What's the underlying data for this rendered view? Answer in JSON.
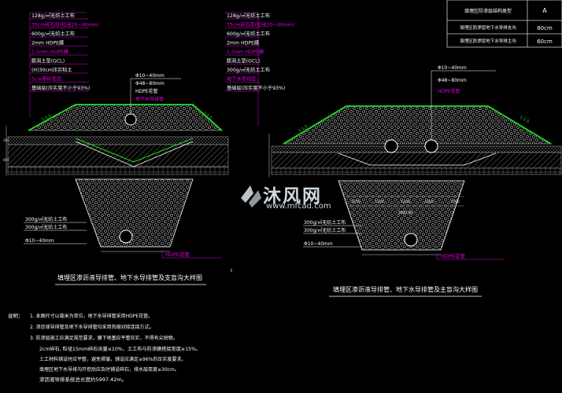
{
  "title_left": "填埋区渗沥液导排管、地下水导排管及支盲沟大样图",
  "title_right": "填埋区渗沥液导排管、地下水导排管及主盲沟大样图",
  "table": {
    "header_label": "填埋区防渗层结构类型",
    "header_value": "A",
    "rows": [
      {
        "label": "填埋区防渗层地下水导排支沟",
        "value": "80cm"
      },
      {
        "label": "填埋区防渗层地下水导排主沟",
        "value": "60cm"
      }
    ]
  },
  "left_layers": [
    "128g/㎡无纺土工布",
    "35cm碎石层(粒径20~40mm)",
    "600g/㎡无纺土工布",
    "2mm HDPE膜",
    "1.5mm HDPE膜",
    "膨润土垫(GCL)",
    "(H)30cm压实粘土",
    "5cm厚砂垫层",
    "基础层(压实度不小于93%)"
  ],
  "right_layers": [
    "128g/㎡无纺土工布",
    "35cm碎石层(粒径20~40mm)",
    "600g/㎡无纺土工布",
    "2mm HDPE膜",
    "1.5mm HDPE膜",
    "膨润土垫(GCL)",
    "300g/㎡无纺土工布",
    "地下水导排层",
    "基础层(压实度不小于93%)"
  ],
  "left_pipe_labels": [
    "Φ10~40mm",
    "Φ48~80mm",
    "HDPE花管",
    "地下水导排管"
  ],
  "right_pipe_labels": [
    "Φ10~40mm",
    "Φ48~80mm",
    "HDPE花管"
  ],
  "left_trench_labels": [
    "300g/㎡无纺土工布",
    "300g/㎡无纺土工布",
    "Φ10~40mm"
  ],
  "right_trench_labels": [
    "300g/㎡无纺土工布",
    "300g/㎡无纺土工布",
    "Φ10~40mm"
  ],
  "hdpe_labels": {
    "left": "HDPE花管",
    "right": "HDPE花管"
  },
  "slope_labels": [
    "1:1.5",
    "1:1.5",
    "1:1.5",
    "1:1.5"
  ],
  "dims": [
    "1000.00",
    "3750",
    "1250",
    "1250",
    "3750",
    "1250"
  ],
  "notes_label": "说明：",
  "notes": [
    "1. 本图尺寸以毫米为单位，地下水导排管采用HDPE花管。",
    "2. 渗沥液导排管及地下水导排管均采用热熔对接连接方式。",
    "3. 防渗层施工应满足规范要求，膜下地基应平整压实，不得有尖锐物。",
    "2cm碎石, 粒径15mm碎石含量≤10%，土工布与防渗膜搭接宽度≥15%。",
    "土工材料铺设时应平整，避免褶皱，铺设应满足≥96%的压实度要求。",
    "填埋区地下水导排沟开挖后应及时铺设碎石，排水层厚度≥30cm。",
    "渗沥液导排系统总长度约5997.42m。"
  ],
  "watermark": {
    "main": "沐风网",
    "sub": "www.mfcad.com"
  },
  "page_num": "3",
  "colors": {
    "green": "#22dd22",
    "magenta": "#e000e0",
    "white": "#ffffff",
    "yellow": "#ffff33",
    "cyan": "#22dddd",
    "red": "#ff3030"
  }
}
